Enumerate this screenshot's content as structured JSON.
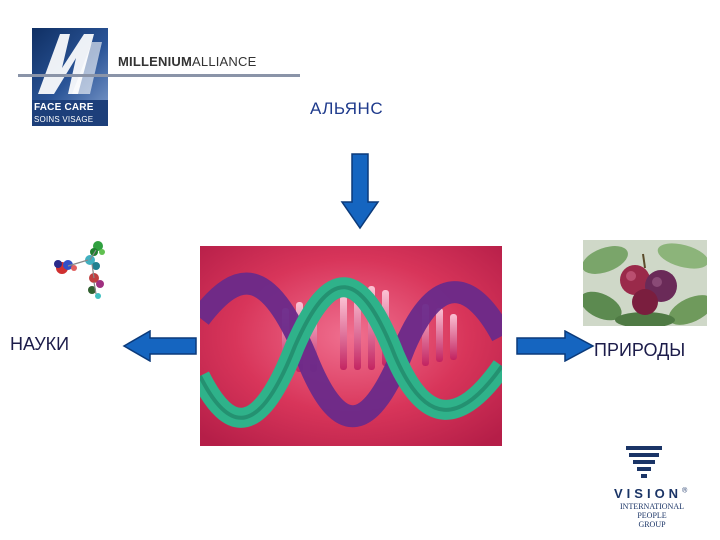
{
  "logo": {
    "face_care": "FACE CARE",
    "soins_visage": "SOINS VISAGE",
    "brand_part1": "MILLENIUM",
    "brand_part2": "ALLIANCE"
  },
  "heading": "АЛЬЯНС",
  "label_left": "НАУКИ",
  "label_right": "ПРИРОДЫ",
  "vision": {
    "word": "VISION",
    "registered": "®",
    "subtitle_line1": "INTERNATIONAL PEOPLE",
    "subtitle_line2": "GROUP"
  },
  "colors": {
    "arrow_blue": "#1565c0",
    "heading_blue": "#1e3a8c",
    "logo_blue": "#1d3f7a"
  }
}
